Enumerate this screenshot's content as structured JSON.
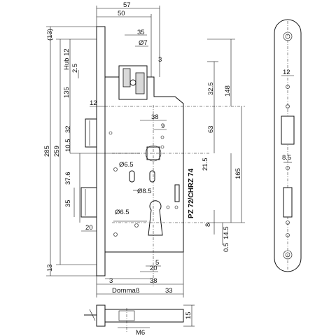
{
  "drawing": {
    "dims_top": [
      "57",
      "50",
      "35",
      "Ø7",
      "3"
    ],
    "dims_left": [
      "(13)",
      "Hub 12",
      "2.5",
      "135",
      "285",
      "259",
      "12",
      "10.5",
      "32",
      "37.6",
      "35",
      "20",
      "13"
    ],
    "dims_right": [
      "32.5",
      "148",
      "63",
      "21.5",
      "165",
      "8",
      "14.5",
      "0.5"
    ],
    "dims_inner": [
      "38",
      "9",
      "Ø6.5",
      "Ø8.5",
      "Ø6.5",
      "5",
      "20",
      "38",
      "33"
    ],
    "dims_bottom": [
      "3",
      "Dornmaß"
    ],
    "cylinder_label": "PZ 72/CHRZ 74",
    "faceplate_dims": [
      "12",
      "8.5"
    ],
    "side_view_dims": [
      "M6",
      "15"
    ]
  }
}
